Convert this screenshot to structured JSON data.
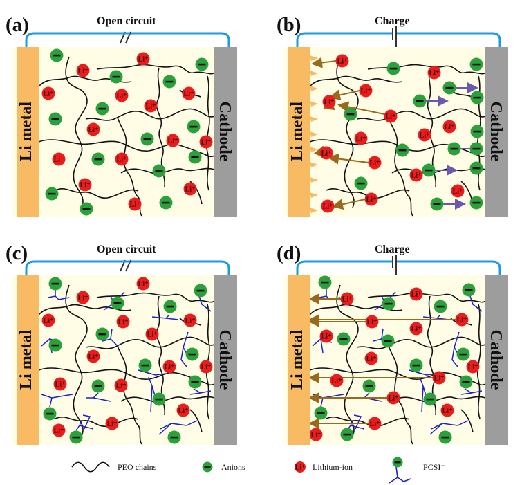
{
  "figure": {
    "panels": [
      {
        "id": "a",
        "label": "(a)",
        "circuit_state": "Open circuit",
        "switch": "open",
        "anode": "Li metal",
        "cathode": "Cathode",
        "pcsi": false,
        "dendrites": true,
        "li_migration": false,
        "anion_migration": false
      },
      {
        "id": "b",
        "label": "(b)",
        "circuit_state": "Charge",
        "switch": "battery",
        "anode": "Li metal",
        "cathode": "Cathode",
        "pcsi": false,
        "dendrites": true,
        "li_migration": true,
        "anion_migration": true
      },
      {
        "id": "c",
        "label": "(c)",
        "circuit_state": "Open circuit",
        "switch": "open",
        "anode": "Li metal",
        "cathode": "Cathode",
        "pcsi": true,
        "dendrites": false,
        "li_migration": false,
        "anion_migration": false
      },
      {
        "id": "d",
        "label": "(d)",
        "circuit_state": "Charge",
        "switch": "battery",
        "anode": "Li metal",
        "cathode": "Cathode",
        "pcsi": true,
        "dendrites": false,
        "li_migration": true,
        "anion_migration": false
      }
    ],
    "ion_labels": {
      "lithium": "Li⁺",
      "anion": "−"
    },
    "legend": [
      {
        "key": "peo",
        "label": "PEO chains",
        "icon": "wave-icon"
      },
      {
        "key": "anion",
        "label": "Anions",
        "icon": "anion-icon"
      },
      {
        "key": "lithium",
        "label": "Lithium-ion",
        "icon": "lithium-ion-icon"
      },
      {
        "key": "pcsi",
        "label": "PCSI⁻",
        "icon": "pcsi-icon"
      }
    ],
    "colors": {
      "electrolyte": "#fffde6",
      "li_metal": "#f8bb63",
      "cathode": "#9d9d9d",
      "wire": "#1b9be0",
      "anion": "#2aa13a",
      "lithium": "#ea1c1c",
      "peo": "#111111",
      "pcsi_chain": "#1a22c8",
      "li_arrow": "#9a6a1c",
      "anion_arrow": "#6a5aad"
    }
  }
}
